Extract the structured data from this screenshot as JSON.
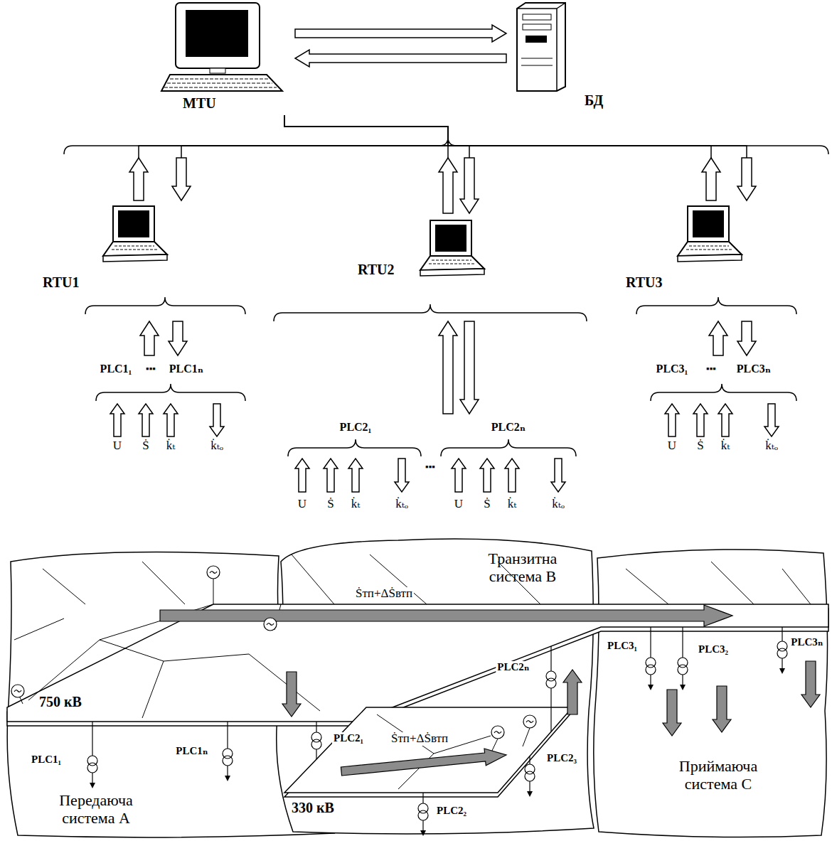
{
  "diagram": {
    "nodes": [
      {
        "text": [
          "MTU"
        ]
      },
      {
        "text": [
          "БД"
        ]
      },
      {
        "text": [
          "RTU1"
        ]
      },
      {
        "text": [
          "RTU2"
        ]
      },
      {
        "text": [
          "RTU3"
        ]
      },
      {
        "text": [
          "Передаюча система А"
        ]
      },
      {
        "text": [
          "Транзитна система В"
        ]
      },
      {
        "text": [
          "Приймаюча система С"
        ]
      }
    ],
    "edges": [
      {
        "from": 0,
        "to": 1,
        "arrow": "to"
      },
      {
        "from": 1,
        "to": 0,
        "arrow": "to"
      },
      {
        "from": 2,
        "to": 0,
        "arrow": "to"
      },
      {
        "from": 0,
        "to": 2,
        "arrow": "to"
      },
      {
        "from": 3,
        "to": 0,
        "arrow": "to"
      },
      {
        "from": 0,
        "to": 3,
        "arrow": "to"
      },
      {
        "from": 4,
        "to": 0,
        "arrow": "to"
      },
      {
        "from": 0,
        "to": 4,
        "arrow": "to"
      }
    ],
    "labels": [
      "PLC1₁",
      "▪▪▪",
      "PLC1ₙ",
      "PLC2₁",
      "PLC2ₙ",
      "PLC3₁",
      "▪▪▪",
      "PLC3ₙ",
      "U",
      "Ṡ",
      "k̇ₜ",
      "k̇ₜₒ",
      "▪▪▪",
      "U",
      "Ṡ",
      "k̇ₜ",
      "k̇ₜₒ",
      "U",
      "Ṡ",
      "k̇ₜ",
      "k̇ₜₒ",
      "U",
      "Ṡ",
      "k̇ₜ",
      "k̇ₜₒ",
      "Ṡтп+ΔṠвтп",
      "Ṡтп+ΔṠвтп",
      "750 кВ",
      "330 кВ",
      "PLC1₁",
      "PLC1ₙ",
      "PLC2₁",
      "PLC2ₙ",
      "PLC2₂",
      "PLC2₃",
      "PLC3₁",
      "PLC3₂",
      "PLC3ₙ"
    ]
  }
}
